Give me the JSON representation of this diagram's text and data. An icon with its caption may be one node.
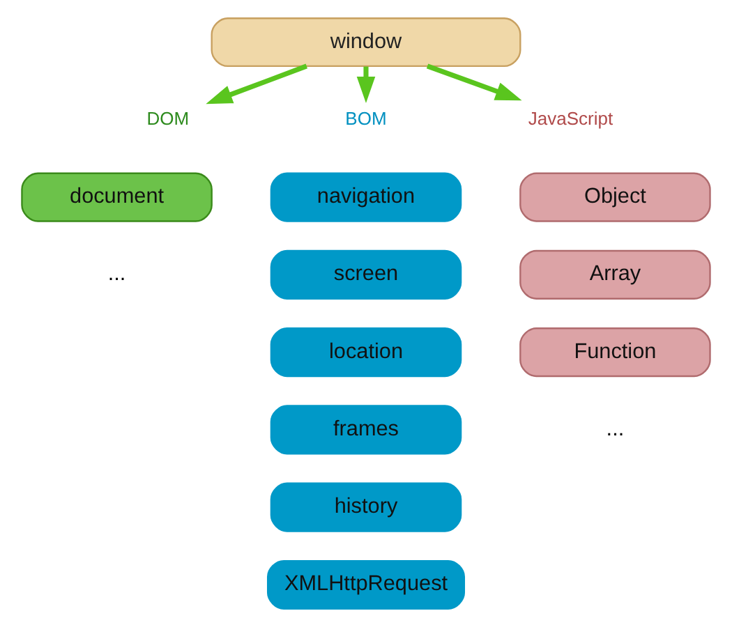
{
  "diagram": {
    "nodes": [
      {
        "text": [
          "window"
        ]
      },
      {
        "text": [
          "DOM"
        ]
      },
      {
        "text": [
          "document"
        ]
      },
      {
        "text": [
          "BOM"
        ]
      },
      {
        "text": [
          "navigation"
        ]
      },
      {
        "text": [
          "screen"
        ]
      },
      {
        "text": [
          "location"
        ]
      },
      {
        "text": [
          "frames"
        ]
      },
      {
        "text": [
          "history"
        ]
      },
      {
        "text": [
          "XMLHttpRequest"
        ]
      },
      {
        "text": [
          "JavaScript"
        ]
      },
      {
        "text": [
          "Object"
        ]
      },
      {
        "text": [
          "Array"
        ]
      },
      {
        "text": [
          "Function"
        ]
      }
    ],
    "edges": [
      {
        "from": 0,
        "to": 1,
        "arrow": "to"
      },
      {
        "from": 0,
        "to": 3,
        "arrow": "to"
      },
      {
        "from": 0,
        "to": 10,
        "arrow": "to"
      }
    ],
    "labels": [
      "...",
      "..."
    ]
  }
}
